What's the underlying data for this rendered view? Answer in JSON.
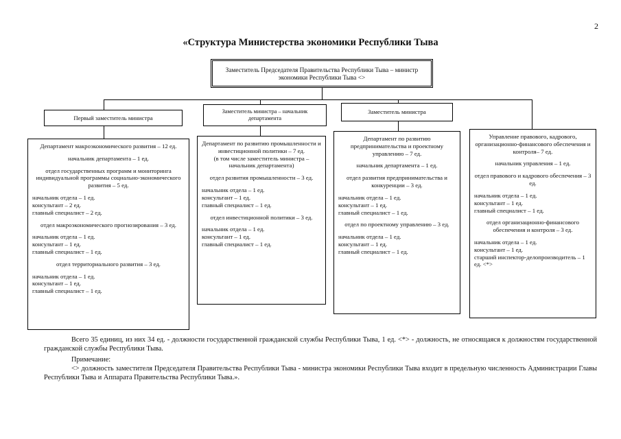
{
  "page_number": "2",
  "title": "«Структура Министерства экономики Республики Тыва",
  "top_box": "Заместитель Председателя Правительства Республики Тыва – министр экономики Республики Тыва <>",
  "headers": [
    "Первый заместитель министра",
    "Заместитель министра – начальник департамента",
    "Заместитель министра"
  ],
  "col1": {
    "dept": "Департамент макроэкономического развития – 12 ед.",
    "head": "начальник департамента – 1 ед.",
    "u1_name": "отдел государственных программ и мониторинга индивидуальной программы социально-экономического развития – 5 ед.",
    "u1_staff": [
      "начальник отдела – 1 ед.",
      "консультант – 2 ед.",
      "главный специалист – 2 ед."
    ],
    "u2_name": "отдел макроэкономического прогнозирования – 3 ед.",
    "u2_staff": [
      "начальник отдела – 1 ед.",
      "консультант – 1 ед.",
      "главный специалист – 1 ед."
    ],
    "u3_name": "отдел территориального развития – 3 ед.",
    "u3_staff": [
      "начальник отдела – 1 ед.",
      "консультант – 1 ед.",
      "главный специалист – 1 ед."
    ]
  },
  "col2": {
    "dept": "Департамент по развитию промышленности и инвестиционной политики – 7 ед.",
    "note": "(в том числе заместитель министра – начальник департамента)",
    "u1_name": "отдел развития промышленности – 3 ед.",
    "u1_staff": [
      "начальник отдела – 1 ед.",
      "консультант – 1 ед.",
      "главный специалист – 1 ед."
    ],
    "u2_name": "отдел инвестиционной политики – 3 ед.",
    "u2_staff": [
      "начальник отдела – 1 ед.",
      "консультант – 1 ед.",
      "главный специалист – 1 ед."
    ]
  },
  "col3": {
    "dept": "Департамент по развитию предпринимательства и проектному управлению – 7 ед.",
    "head": "начальник департамента – 1 ед.",
    "u1_name": "отдел развития предпринимательства и конкуренции – 3 ед.",
    "u1_staff": [
      "начальник отдела – 1 ед.",
      "консультант – 1 ед.",
      "главный специалист – 1 ед."
    ],
    "u2_name": "отдел по проектному управлению – 3 ед.",
    "u2_staff": [
      "начальник отдела – 1 ед.",
      "консультант – 1 ед.",
      "главный специалист – 1 ед."
    ]
  },
  "col4": {
    "dept": "Управление правового, кадрового, организационно-финансового обеспечения и контроля– 7 ед.",
    "head": "начальник управления – 1 ед.",
    "u1_name": "отдел правового и кадрового обеспечения – 3 ед.",
    "u1_staff": [
      "начальник отдела – 1 ед.",
      "консультант – 1 ед.",
      "главный специалист – 1 ед."
    ],
    "u2_name": "отдел организационно-финансового обеспечения и контроля – 3 ед.",
    "u2_staff": [
      "начальник отдела – 1 ед.",
      "консультант – 1 ед.",
      "старший инспектор-делопроизводитель – 1 ед. <*>"
    ]
  },
  "footer": {
    "total": "Всего 35 единиц, из них 34 ед. - должности государственной гражданской службы Республики Тыва, 1 ед. <*> - должность, не относящаяся к должностям государственной гражданской службы Республики Тыва.",
    "note_label": "Примечание:",
    "note_text": "<> должность заместителя Председателя Правительства Республики Тыва - министра экономики Республики Тыва входит в предельную численность Администрации Главы Республики Тыва и Аппарата Правительства Республики Тыва.»."
  }
}
